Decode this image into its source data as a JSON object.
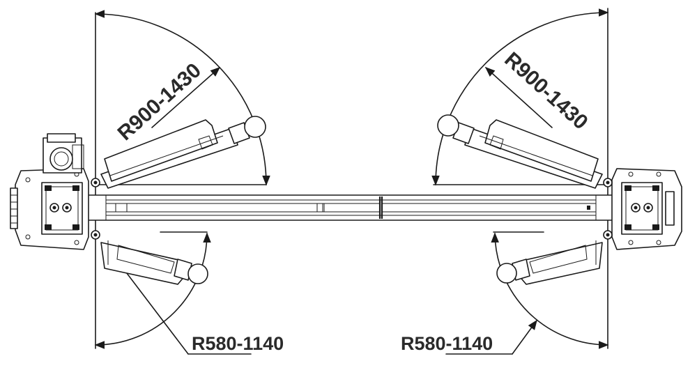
{
  "diagram": {
    "labels": {
      "upper_left_radius": "R900-1430",
      "upper_right_radius": "R900-1430",
      "lower_left_radius": "R580-1140",
      "lower_right_radius": "R580-1140"
    }
  }
}
